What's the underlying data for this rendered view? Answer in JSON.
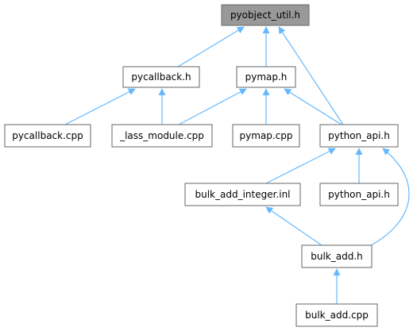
{
  "graph": {
    "nodes": {
      "pyobject_util_h": {
        "label": "pyobject_util.h",
        "root": true
      },
      "pycallback_h": {
        "label": "pycallback.h"
      },
      "pymap_h": {
        "label": "pymap.h"
      },
      "pycallback_cpp": {
        "label": "pycallback.cpp"
      },
      "lass_module_cpp": {
        "label": "_lass_module.cpp"
      },
      "pymap_cpp": {
        "label": "pymap.cpp"
      },
      "python_api_h": {
        "label": "python_api.h"
      },
      "bulk_add_integer_inl": {
        "label": "bulk_add_integer.inl"
      },
      "python_api_h_leaf": {
        "label": "python_api.h"
      },
      "bulk_add_h": {
        "label": "bulk_add.h"
      },
      "bulk_add_cpp": {
        "label": "bulk_add.cpp"
      }
    },
    "edges": [
      {
        "from": "pycallback_h",
        "to": "pyobject_util_h"
      },
      {
        "from": "pymap_h",
        "to": "pyobject_util_h"
      },
      {
        "from": "python_api_h",
        "to": "pyobject_util_h"
      },
      {
        "from": "pycallback_cpp",
        "to": "pycallback_h"
      },
      {
        "from": "lass_module_cpp",
        "to": "pycallback_h"
      },
      {
        "from": "lass_module_cpp",
        "to": "pymap_h"
      },
      {
        "from": "pymap_cpp",
        "to": "pymap_h"
      },
      {
        "from": "python_api_h",
        "to": "pymap_h"
      },
      {
        "from": "bulk_add_integer_inl",
        "to": "python_api_h"
      },
      {
        "from": "python_api_h_leaf",
        "to": "python_api_h"
      },
      {
        "from": "bulk_add_h",
        "to": "python_api_h"
      },
      {
        "from": "bulk_add_h",
        "to": "bulk_add_integer_inl"
      },
      {
        "from": "bulk_add_cpp",
        "to": "bulk_add_h"
      }
    ]
  },
  "colors": {
    "edge": "#63b8ff",
    "root_fill": "#999999",
    "node_fill": "#ffffff",
    "node_stroke": "#666666"
  }
}
